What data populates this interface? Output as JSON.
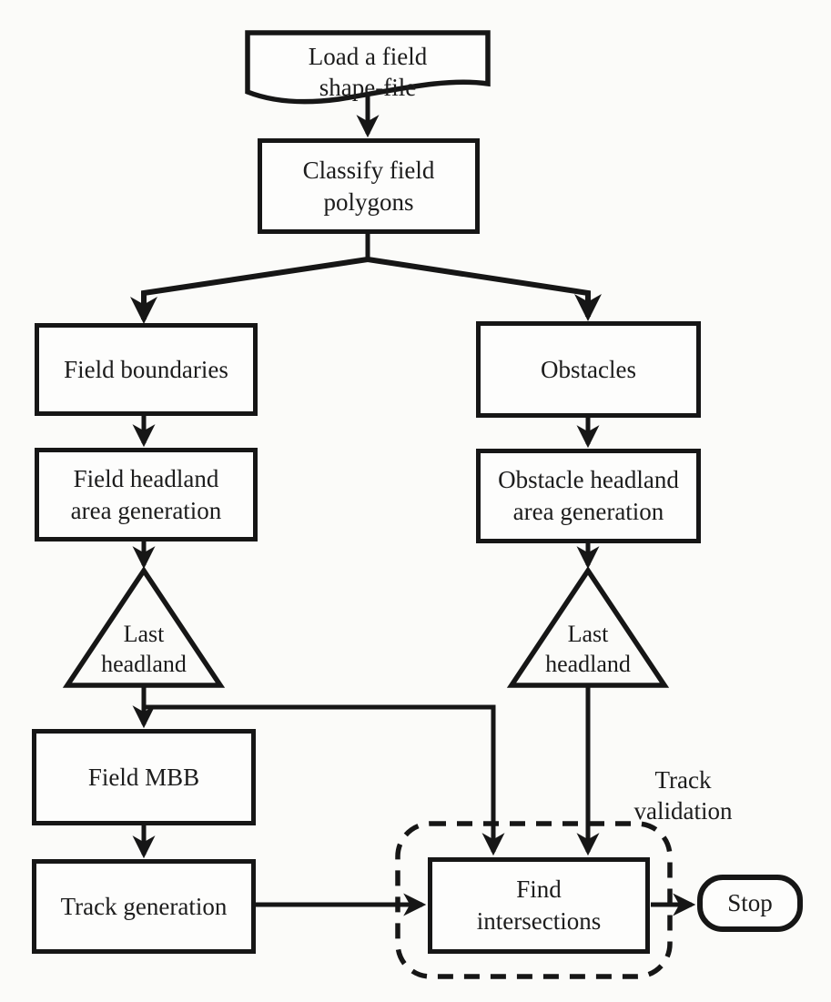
{
  "flowchart": {
    "nodes": {
      "load_shapefile": {
        "shape": "document",
        "lines": [
          "Load a field",
          "shape-file"
        ]
      },
      "classify_polygons": {
        "shape": "rectangle",
        "lines": [
          "Classify field",
          "polygons"
        ]
      },
      "field_boundaries": {
        "shape": "rectangle",
        "lines": [
          "Field boundaries"
        ]
      },
      "obstacles": {
        "shape": "rectangle",
        "lines": [
          "Obstacles"
        ]
      },
      "field_headland": {
        "shape": "rectangle",
        "lines": [
          "Field headland",
          "area generation"
        ]
      },
      "obstacle_headland": {
        "shape": "rectangle",
        "lines": [
          "Obstacle headland",
          "area generation"
        ]
      },
      "last_headland_left": {
        "shape": "triangle",
        "lines": [
          "Last",
          "headland"
        ]
      },
      "last_headland_right": {
        "shape": "triangle",
        "lines": [
          "Last",
          "headland"
        ]
      },
      "field_mbb": {
        "shape": "rectangle",
        "lines": [
          "Field MBB"
        ]
      },
      "track_generation": {
        "shape": "rectangle",
        "lines": [
          "Track generation"
        ]
      },
      "find_intersections": {
        "shape": "rectangle",
        "lines": [
          "Find",
          "intersections"
        ]
      },
      "stop": {
        "shape": "rounded",
        "lines": [
          "Stop"
        ]
      }
    },
    "annotations": {
      "track_validation": {
        "lines": [
          "Track",
          "validation"
        ]
      }
    },
    "colors": {
      "stroke": "#161616",
      "background": "#fbfbf9",
      "node_fill": "#fdfdfc",
      "text": "#1c1c1c"
    }
  }
}
